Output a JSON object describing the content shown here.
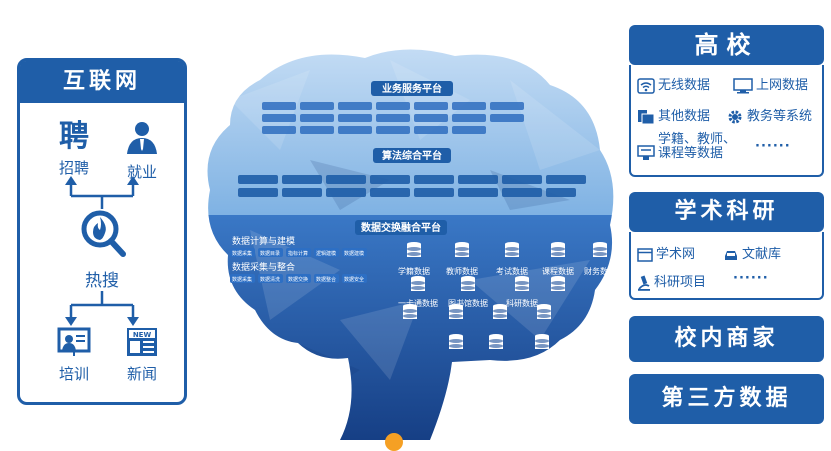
{
  "left": {
    "title": "互联网",
    "zhaopin_glyph": "聘",
    "zhaopin": "招聘",
    "jiuye": "就业",
    "resou": "热搜",
    "peixun": "培训",
    "xinwen": "新闻",
    "news_badge": "NEW"
  },
  "brain": {
    "business_title": "业务服务平台",
    "algo_title": "算法综合平台",
    "exchange_title": "数据交换融合平台",
    "data_calc": "数据计算与建模",
    "data_collect": "数据采集与整合",
    "calc_chips": [
      "数据采集",
      "数据目录",
      "指标计算",
      "逻辑建模",
      "数据建模"
    ],
    "collect_chips": [
      "数据采集",
      "数据清洗",
      "数据交换",
      "数据整合",
      "数据安全"
    ],
    "db_labels": [
      "学籍数据",
      "教师数据",
      "考试数据",
      "课程数据",
      "财务数据",
      "一卡通数据",
      "图书馆数据",
      "科研数据"
    ]
  },
  "right": {
    "gaoxiao": {
      "title": "高校",
      "wifi": "无线数据",
      "net": "上网数据",
      "other": "其他数据",
      "jiaowu": "教务等系统",
      "xueji": "学籍、教师、",
      "kecheng": "课程等数据",
      "dots": "······"
    },
    "xueshu": {
      "title": "学术科研",
      "xueshuwang": "学术网",
      "wenxianku": "文献库",
      "keyan": "科研项目",
      "dots": "······"
    },
    "shangjia": "校内商家",
    "disanfang": "第三方数据"
  },
  "colors": {
    "primary": "#1f5ea8",
    "brain_light": "#9fc6ec",
    "brain_dark": "#1d4f9a"
  }
}
